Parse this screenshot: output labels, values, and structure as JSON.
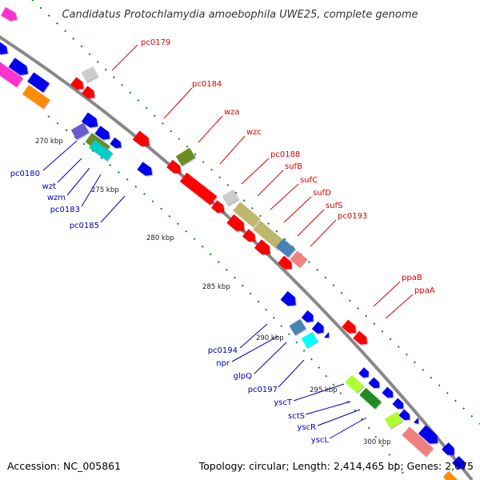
{
  "title": "Candidatus Protochlamydia amoebophila UWE25, complete genome",
  "footer": {
    "accession": "Accession: NC_005861",
    "topology": "Topology: circular; Length: 2,414,465 bp; Genes: 2,075"
  },
  "colors": {
    "backbone": "#888888",
    "tick": "#1e7a1e",
    "red_label": "#dd0000",
    "blue_label": "#0000bb"
  },
  "tick_labels": [
    "270 kbp",
    "275 kbp",
    "280 kbp",
    "285 kbp",
    "290 kbp",
    "295 kbp",
    "300 kbp"
  ],
  "genes_red": [
    "pc0179",
    "pc0184",
    "wza",
    "wzc",
    "pc0188",
    "sufB",
    "sufC",
    "sufD",
    "sufS",
    "pc0193",
    "ppaB",
    "ppaA"
  ],
  "genes_blue": [
    "pc0180",
    "wzt",
    "wzm",
    "pc0183",
    "pc0185",
    "pc0194",
    "npr",
    "glpQ",
    "pc0197",
    "yscT",
    "sctS",
    "yscR",
    "yscL"
  ]
}
